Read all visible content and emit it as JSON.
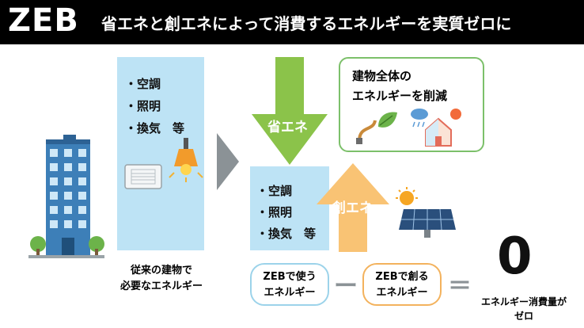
{
  "header": {
    "logo_text": "ZEB",
    "title": "省エネと創エネによって消費するエネルギーを実質ゼロに"
  },
  "left_panel": {
    "items": [
      "・空調",
      "・照明",
      "・換気　等"
    ]
  },
  "right_panel": {
    "items": [
      "・空調",
      "・照明",
      "・換気　等"
    ]
  },
  "arrows": {
    "save_label": "省エネ",
    "create_label": "創エネ"
  },
  "goal_box": {
    "lines": [
      "建物全体の",
      "エネルギーを削減"
    ]
  },
  "captions": {
    "conventional": [
      "従来の建物で",
      "必要なエネルギー"
    ]
  },
  "equation": {
    "used_lines": [
      "ZEBで使う",
      "エネルギー"
    ],
    "minus": "ー",
    "created_lines": [
      "ZEBで創る",
      "エネルギー"
    ],
    "equals": "＝",
    "result": "0",
    "result_caption": [
      "エネルギー消費量が",
      "ゼロ"
    ]
  },
  "colors": {
    "panel_blue": "#bde3f5",
    "arrow_green": "#8bc34a",
    "arrow_orange": "#f9c374",
    "chevron_gray": "#8b9296",
    "box_green": "#7cc06a"
  }
}
